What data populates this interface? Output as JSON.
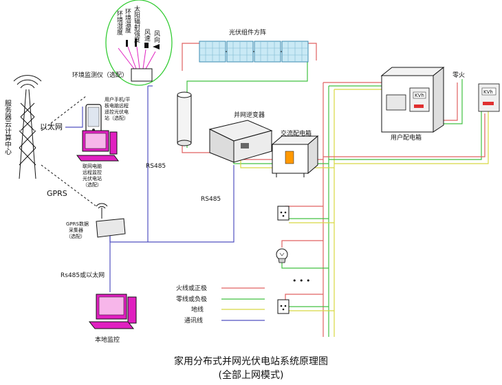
{
  "diagram": {
    "title": "家用分布式并网光伏电站系统原理图",
    "subtitle": "(全部上网模式)",
    "server_label": "服务器云计算中心",
    "ethernet_label": "以太网",
    "gprs_label": "GPRS",
    "env_sensors": {
      "ambient_humidity": "环境湿度",
      "ambient_temp": "环境温度",
      "solar_irradiance": "太阳辐射强度",
      "wind_speed": "风速",
      "wind_direction": "风向"
    },
    "env_monitor_label": "环境监测仪（选配）",
    "pv_array_label": "光伏组件方阵",
    "inverter_label": "并网逆变器",
    "ac_box_label": "交流配电箱",
    "user_box_label": "用户配电箱",
    "neutral_fire_label": "零火",
    "rs485_label": "RS485",
    "rs485_label_2": "RS485",
    "phone_label_lines": [
      "用户手机/平",
      "板电脑远程",
      "遥控光伏电",
      "站（选配）"
    ],
    "pc_remote_lines": [
      "联网电脑",
      "远程监控",
      "光伏电站",
      "（选配）"
    ],
    "gprs_collector_lines": [
      "GPRS数据",
      "采集器",
      "（选配）"
    ],
    "rs485_or_ethernet_label": "Rs485或以太网",
    "local_monitor_label": "本地监控",
    "meter_label": "KVh",
    "dots": "• • •"
  },
  "legend": {
    "items": [
      {
        "label": "火线或正极",
        "color": "#e06060"
      },
      {
        "label": "零线或负极",
        "color": "#40c040"
      },
      {
        "label": "地线",
        "color": "#d8d840"
      },
      {
        "label": "通讯线",
        "color": "#5050c0"
      }
    ]
  },
  "colors": {
    "hot": "#e06060",
    "neutral": "#40c040",
    "ground": "#d8d840",
    "comm": "#5050c0",
    "pink": "#e020c0",
    "ring": "#33cc33"
  }
}
